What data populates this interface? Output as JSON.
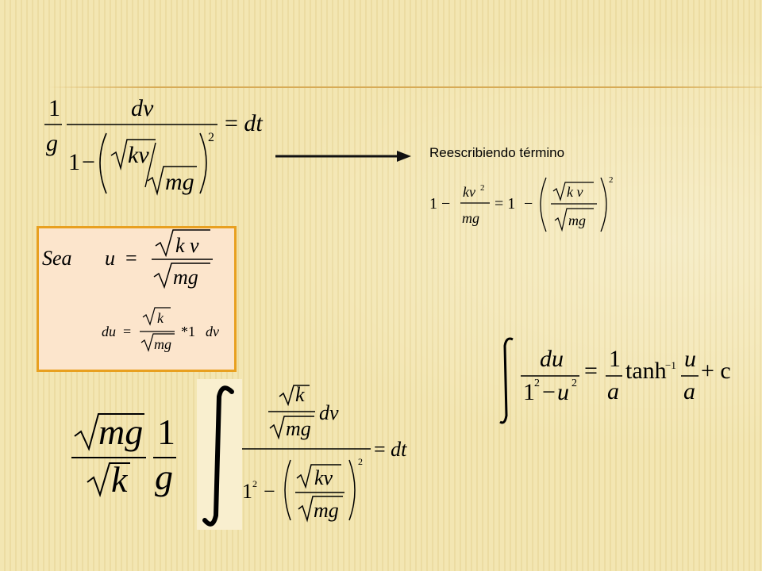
{
  "slide": {
    "title_mark": "",
    "arrow_label": "Reescribiendo término"
  },
  "equations": {
    "eq1": {
      "lhs_num": "1",
      "lhs_den": "g",
      "frac_num": "dv",
      "denom_one": "1",
      "minus": "−",
      "sqrt_kv": "kv",
      "sqrt_mg": "mg",
      "exponent": "2",
      "rhs": "= dt"
    },
    "rewrite": {
      "one_a": "1",
      "minus": "−",
      "kv2_num": "kv",
      "kv2_exp": "2",
      "mg_den": "mg",
      "equals_one": "= 1",
      "sqrt_kv": "k v",
      "sqrt_mg": "mg",
      "exponent": "2"
    },
    "substitution": {
      "sea": "Sea",
      "u": "u",
      "equals": "=",
      "sqrt_kv": "k v",
      "sqrt_mg": "mg",
      "du": "du",
      "sqrt_k": "k",
      "sqrt_mg2": "mg",
      "times_one": "*1",
      "dv": "dv"
    },
    "integral_formula": {
      "du": "du",
      "one": "1",
      "one_exp": "2",
      "u": "u",
      "u_exp": "2",
      "coef_num": "1",
      "coef_den": "a",
      "tanh": "tanh",
      "inv_exp": "−1",
      "u_num": "u",
      "u_den": "a",
      "plus_c": "+ c"
    },
    "final": {
      "sqrt_mg": "mg",
      "sqrt_k": "k",
      "one": "1",
      "g": "g",
      "sqrt_k_inner": "k",
      "sqrt_mg_inner": "mg",
      "dv": "dv",
      "one_den": "1",
      "one_den_exp": "2",
      "minus": "−",
      "sqrt_kv": "kv",
      "sqrt_mg_den": "mg",
      "exponent": "2",
      "rhs": "= dt"
    }
  },
  "colors": {
    "background": "#f3e6b2",
    "stripe": "#ecdca2",
    "box_fill": "#fce5cc",
    "box_border": "#e8a020",
    "rule_line": "#d7ab56"
  }
}
